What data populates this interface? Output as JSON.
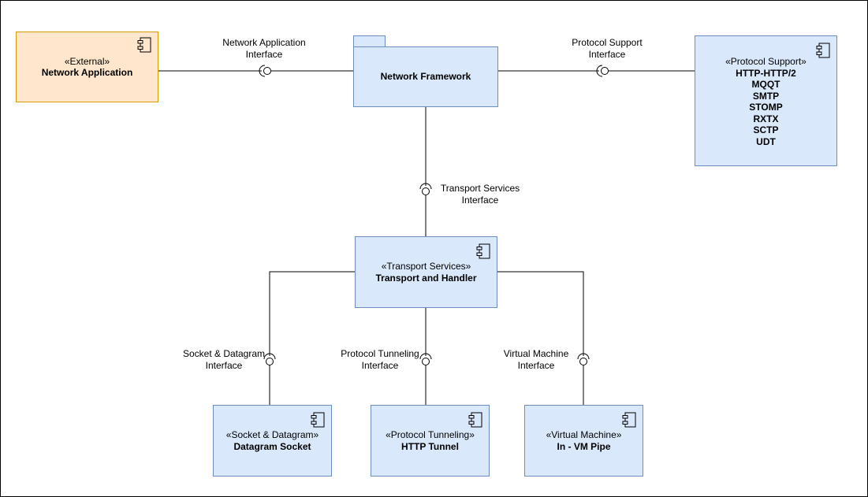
{
  "components": {
    "network_application": {
      "stereotype": "«External»",
      "name": "Network Application"
    },
    "network_framework": {
      "name": "Network Framework"
    },
    "protocol_support": {
      "stereotype": "«Protocol Support»",
      "protocols": [
        "HTTP-HTTP/2",
        "MQQT",
        "SMTP",
        "STOMP",
        "RXTX",
        "SCTP",
        "UDT"
      ]
    },
    "transport_services": {
      "stereotype": "«Transport Services»",
      "name": "Transport and Handler"
    },
    "socket_datagram": {
      "stereotype": "«Socket & Datagram»",
      "name": "Datagram Socket"
    },
    "protocol_tunneling": {
      "stereotype": "«Protocol Tunneling»",
      "name": "HTTP Tunnel"
    },
    "virtual_machine": {
      "stereotype": "«Virtual Machine»",
      "name": "In - VM Pipe"
    }
  },
  "interfaces": {
    "network_application": [
      "Network Application",
      "Interface"
    ],
    "protocol_support": [
      "Protocol Support",
      "Interface"
    ],
    "transport_services": [
      "Transport Services",
      "Interface"
    ],
    "socket_datagram": [
      "Socket & Datagram",
      "Interface"
    ],
    "protocol_tunneling": [
      "Protocol Tunneling",
      "Interface"
    ],
    "virtual_machine": [
      "Virtual Machine",
      "Interface"
    ]
  },
  "colors": {
    "component_fill": "#dae8fc",
    "component_stroke": "#6c8ebf",
    "external_fill": "#ffe6cc",
    "external_stroke": "#d79b00"
  }
}
